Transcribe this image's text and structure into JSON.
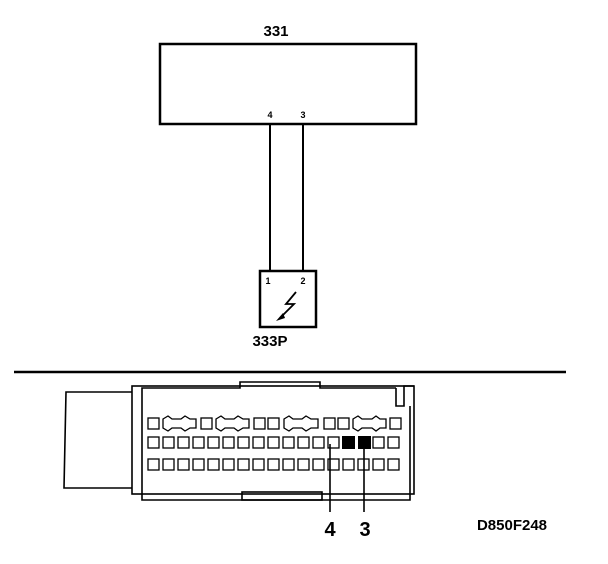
{
  "ecu": {
    "label": "331",
    "pin_left": "4",
    "pin_right": "3"
  },
  "sensor": {
    "label": "333P",
    "pin_left": "1",
    "pin_right": "2"
  },
  "connector": {
    "pin_callout_left": "4",
    "pin_callout_right": "3",
    "highlight_color": "#000000"
  },
  "figure_id": "D850F248"
}
